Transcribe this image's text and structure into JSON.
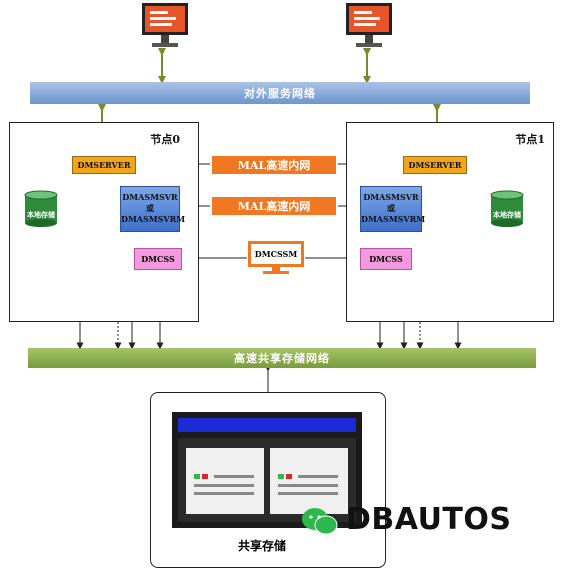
{
  "networks": {
    "service": "对外服务网络",
    "shared_storage": "高速共享存储网络"
  },
  "node0": {
    "title": "节点0",
    "dmserver": "DMSERVER",
    "dmasm_line1": "DMASMSVR",
    "dmasm_line2": "或",
    "dmasm_line3": "DMASMSVRM",
    "dmcss": "DMCSS",
    "local_storage": "本地存储"
  },
  "node1": {
    "title": "节点1",
    "dmserver": "DMSERVER",
    "dmasm_line1": "DMASMSVR",
    "dmasm_line2": "或",
    "dmasm_line3": "DMASMSVRM",
    "dmcss": "DMCSS",
    "local_storage": "本地存储"
  },
  "mal": [
    "MAL高速内网",
    "MAL高速内网"
  ],
  "monitor": "DMCSSM",
  "shared_storage_label": "共享存储",
  "watermark": "DBAUTOS",
  "colors": {
    "service_bar": "#7fa4d6",
    "storage_bar": "#87a94a",
    "mal": "#f07822",
    "dmserver": "#f2a51a",
    "dmcss": "#f39adf",
    "arrow_green": "#7a8a2a"
  }
}
